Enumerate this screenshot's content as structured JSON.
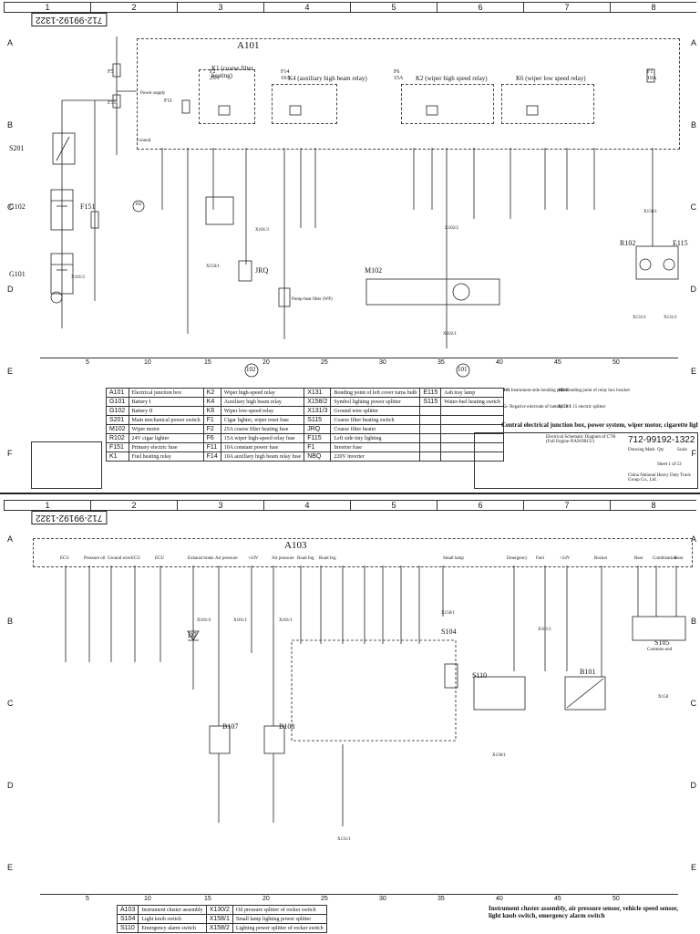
{
  "columns": [
    "1",
    "2",
    "3",
    "4",
    "5",
    "6",
    "7",
    "8"
  ],
  "rows": [
    "A",
    "B",
    "C",
    "D",
    "E",
    "F"
  ],
  "doc_number": "712-99192-1322",
  "ruler_ticks": [
    "5",
    "10",
    "15",
    "20",
    "25",
    "30",
    "35",
    "40",
    "45",
    "50"
  ],
  "sheet1": {
    "module": "A101",
    "relays": [
      {
        "label": "K1 (coarse filter heating)",
        "fuse": "F2",
        "fuse_rating": "25A"
      },
      {
        "label": "K4 (auxiliary high beam relay)",
        "fuse": "F14",
        "fuse_rating": "10A"
      },
      {
        "label": "K2 (wiper high speed relay)",
        "fuse": "F6",
        "fuse_rating": "15A"
      },
      {
        "label": "K6 (wiper low speed relay)",
        "fuse": "F1",
        "fuse_rating": "10A"
      }
    ],
    "components": [
      "S201",
      "G102",
      "G101",
      "F151",
      "M102",
      "R102",
      "E115",
      "JRQ",
      "F1"
    ],
    "fuse_labels": [
      "F5",
      "F51",
      "F11",
      "F8",
      "F10"
    ],
    "bonding_marks": [
      "102",
      "101"
    ],
    "points": [
      "X101/2",
      "X101/3",
      "X150/1",
      "X102/1",
      "X102/2",
      "X131/1",
      "X131/1",
      "X158/1"
    ],
    "aux_labels": [
      "Power supply",
      "Ground",
      "Pump-heat filter (WP)"
    ],
    "legend": [
      [
        "A101",
        "Electrical junction box",
        "K2",
        "Wiper high-speed relay",
        "X131",
        "Bonding point of left cover turns bulb",
        "E115",
        "Ash tray lamp"
      ],
      [
        "G101",
        "Battery I",
        "K4",
        "Auxiliary high beam relay",
        "X158/2",
        "Symbol lighting power splitter",
        "S115",
        "Water-fuel heating switch"
      ],
      [
        "G102",
        "Battery II",
        "K6",
        "Wiper low-speed relay",
        "X131/3",
        "Ground wire splitter",
        "",
        ""
      ],
      [
        "S201",
        "Main mechanical power switch",
        "F1",
        "Cigar lighter, wiper reset fuse",
        "S115",
        "Coarse filter heating switch",
        "",
        ""
      ],
      [
        "M102",
        "Wiper motor",
        "F2",
        "25A coarse filter heating fuse",
        "JRQ",
        "Coarse filter heater",
        "",
        ""
      ],
      [
        "R102",
        "24V cigar lighter",
        "F6",
        "15A wiper high-speed relay fuse",
        "F115",
        "Left side tiny lighting",
        "",
        ""
      ],
      [
        "F151",
        "Primary electric fuse",
        "F11",
        "10A constant power fuse",
        "F1",
        "Inverter fuse",
        "",
        ""
      ],
      [
        "K1",
        "Fuel heating relay",
        "F14",
        "10A auxiliary high beam relay fuse",
        "NBQ",
        "220V inverter",
        "",
        ""
      ]
    ],
    "notes": [
      {
        "mark": "101",
        "text": "Instrument-side bonding points"
      },
      {
        "mark": "102",
        "text": "Bonding point of relay box bracket"
      },
      {
        "mark": "G-",
        "text": "Negative electrode of battery"
      },
      {
        "mark": "X150/1",
        "text": "15 electric splitter"
      }
    ],
    "title": "Central electrical junction box, power system, wiper motor, cigarette lighter",
    "title_block": {
      "drawing_title": "Electrical Schematic Diagram of C7H (Full Engine-NANOBCU)",
      "doc": "712-99192-1322",
      "company": "China National Heavy Duty Truck Group Co., Ltd.",
      "sheet": "Sheet 1 of 53",
      "fields": [
        "Drawing Mark",
        "Qty",
        "Scale"
      ]
    }
  },
  "sheet2": {
    "module": "A103",
    "components": [
      "D7",
      "B107",
      "B108",
      "S104",
      "S110",
      "B101",
      "S105",
      "X158"
    ],
    "points": [
      "X101/4",
      "X101/1",
      "X101/1",
      "X101/1",
      "X131/1",
      "X130/1",
      "X158/1"
    ],
    "top_labels": [
      "ECU",
      "Pressure oil",
      "Ground wire",
      "ECU",
      "ECU",
      "Exhaust brake",
      "Air pressure",
      "+24V",
      "Air pressure",
      "Road fog",
      "Road fog",
      "Small lamp",
      "Emergency",
      "Fuel",
      "+24V",
      "Rocker",
      "Rear",
      "Combination",
      "Rear"
    ],
    "labels_misc": [
      "Common end"
    ],
    "legend": [
      [
        "A103",
        "Instrument cluster assembly",
        "X130/2",
        "Oil pressure splitter of rocker switch"
      ],
      [
        "S104",
        "Light knob switch",
        "X158/1",
        "Small lamp lighting power splitter"
      ],
      [
        "S110",
        "Emergency alarm switch",
        "X158/2",
        "Lighting power splitter of rocker switch"
      ]
    ],
    "title": "Instrument cluster assembly, air pressure sensor, vehicle speed sensor, light knob switch, emergency alarm switch"
  },
  "colors": {
    "line": "#222222",
    "dash": "#444444",
    "paper": "#ffffff"
  }
}
